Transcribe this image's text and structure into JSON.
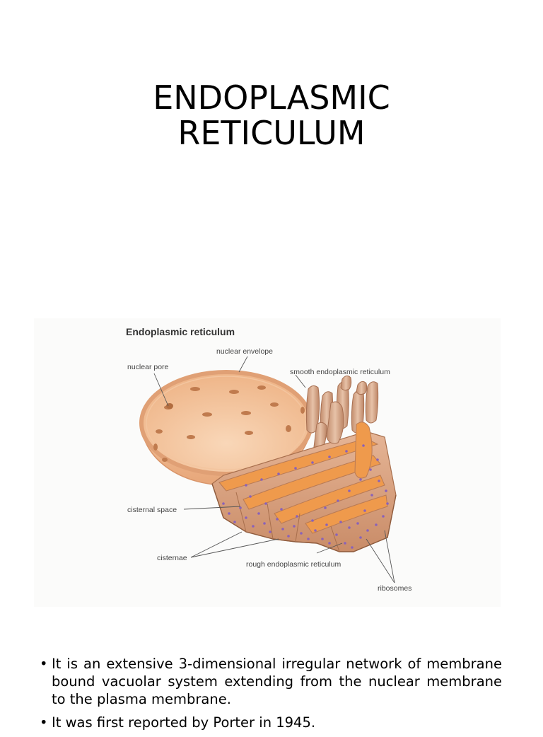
{
  "slide": {
    "title_line1": "ENDOPLASMIC",
    "title_line2": "RETICULUM"
  },
  "figure": {
    "heading": "Endoplasmic reticulum",
    "labels": {
      "nuclear_envelope": "nuclear envelope",
      "nuclear_pore": "nuclear pore",
      "smooth_er": "smooth endoplasmic reticulum",
      "cisternal_space": "cisternal space",
      "cisternae": "cisternae",
      "rough_er": "rough endoplasmic reticulum",
      "ribosomes": "ribosomes"
    },
    "colors": {
      "membrane": "#d9a27a",
      "membrane_dark": "#b87a55",
      "lumen": "#ef9a4c",
      "ribosome": "#8a62b8",
      "leader": "#555555"
    }
  },
  "bullets": [
    "It is an extensive 3-dimensional irregular network of membrane bound vacuolar system extending from the nuclear membrane to the plasma membrane.",
    "It was first reported by Porter in 1945."
  ]
}
